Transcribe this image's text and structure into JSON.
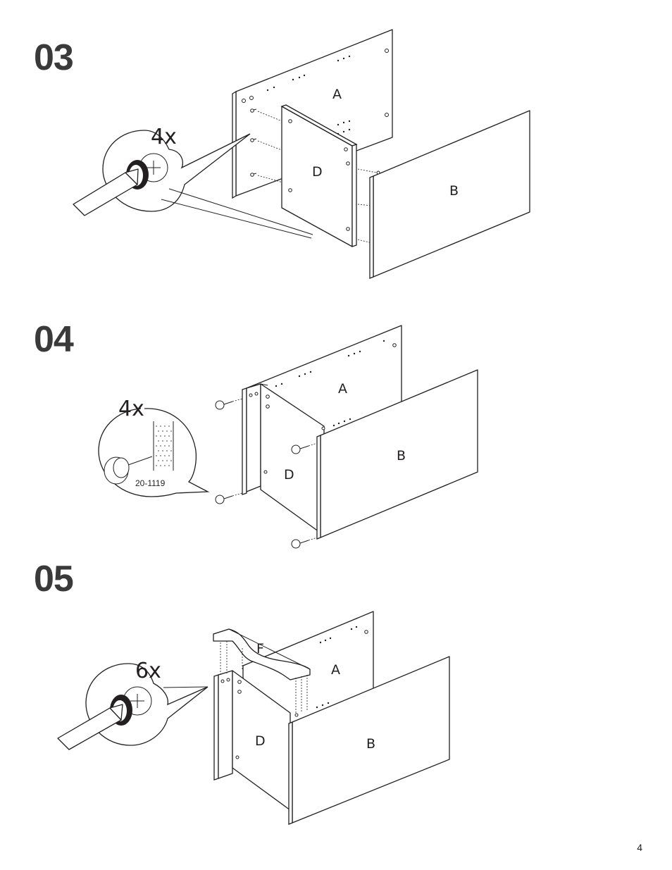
{
  "steps": [
    {
      "number": "03",
      "count": "4x",
      "panels": {
        "a": "A",
        "b": "B",
        "d": "D"
      },
      "tool_icon": "screwdriver-icon"
    },
    {
      "number": "04",
      "count": "4x",
      "part_code": "20-1119",
      "panels": {
        "a": "A",
        "b": "B",
        "d": "D"
      },
      "part_icon": "nail-glide-icon"
    },
    {
      "number": "05",
      "count": "6x",
      "panels": {
        "a": "A",
        "b": "B",
        "d": "D",
        "f": "F"
      },
      "tool_icon": "screwdriver-icon"
    }
  ],
  "page_number": "4"
}
